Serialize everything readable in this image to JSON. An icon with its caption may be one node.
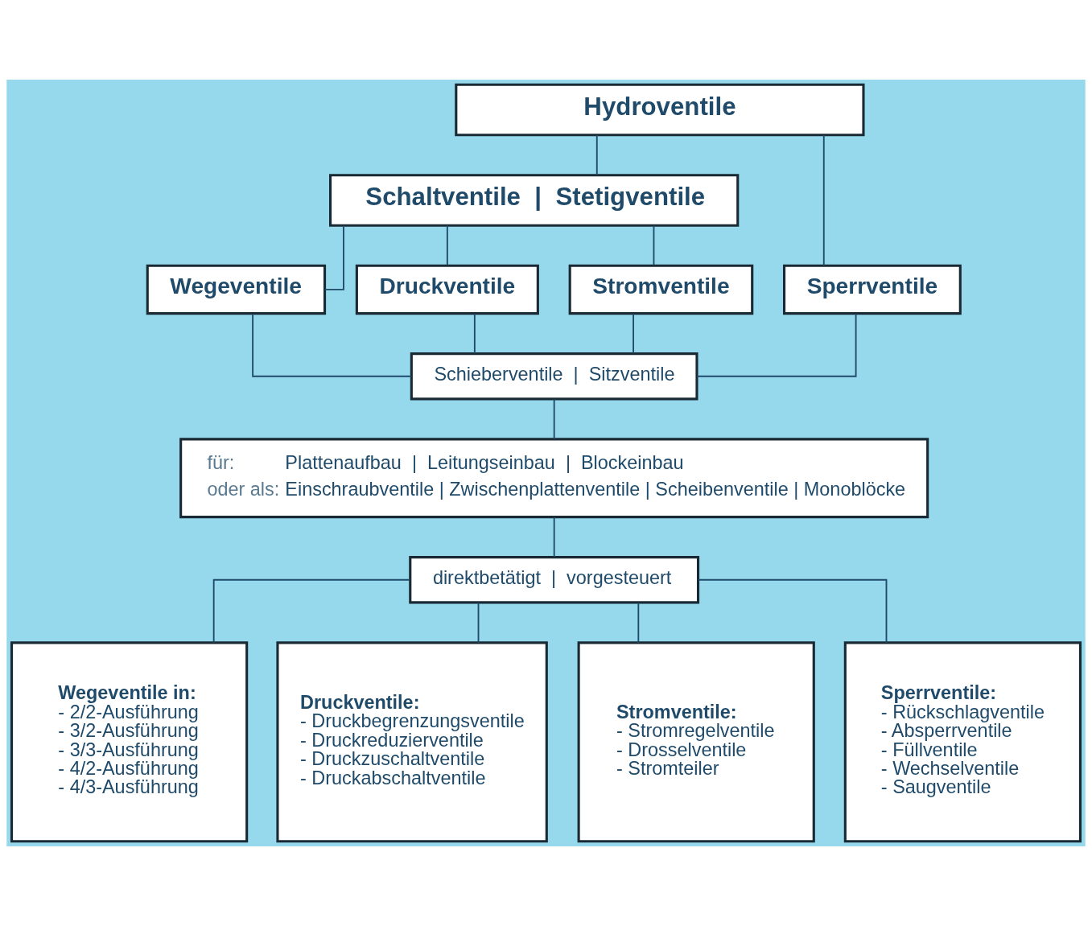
{
  "diagram": {
    "nodes": [
      {
        "text": [
          "Hydroventile"
        ]
      },
      {
        "text": [
          "Schaltventile  |  Stetigventile"
        ]
      },
      {
        "text": [
          "Wegeventile"
        ]
      },
      {
        "text": [
          "Druckventile"
        ]
      },
      {
        "text": [
          "Stromventile"
        ]
      },
      {
        "text": [
          "Sperrventile"
        ]
      },
      {
        "text": [
          "Schieberventile  |  Sitzventile"
        ]
      },
      {
        "text": [
          "für:",
          "Plattenaufbau  |  Leitungseinbau  |  Blockeinbau",
          "oder als:",
          "Einschraubventile | Zwischenplattenventile | Scheibenventile | Monoblöcke"
        ]
      },
      {
        "text": [
          "direktbetätigt  |  vorgesteuert"
        ]
      },
      {
        "text": [
          "Wegeventile in:",
          "- 2/2-Ausführung",
          "- 3/2-Ausführung",
          "- 3/3-Ausführung",
          "- 4/2-Ausführung",
          "- 4/3-Ausführung"
        ]
      },
      {
        "text": [
          "Druckventile:",
          "- Druckbegrenzungsventile",
          "- Druckreduzierventile",
          "- Druckzuschaltventile",
          "- Druckabschaltventile"
        ]
      },
      {
        "text": [
          "Stromventile:",
          "- Stromregelventile",
          "- Drosselventile",
          "- Stromteiler"
        ]
      },
      {
        "text": [
          "Sperrventile:",
          "- Rückschlagventile",
          "- Absperrventile",
          "- Füllventile",
          "- Wechselventile",
          "- Saugventile"
        ]
      }
    ],
    "edges": [
      {
        "from": 0,
        "to": 1,
        "arrow": "none"
      },
      {
        "from": 0,
        "to": 5,
        "arrow": "none"
      },
      {
        "from": 1,
        "to": 2,
        "arrow": "none"
      },
      {
        "from": 1,
        "to": 3,
        "arrow": "none"
      },
      {
        "from": 1,
        "to": 4,
        "arrow": "none"
      },
      {
        "from": 2,
        "to": 6,
        "arrow": "none"
      },
      {
        "from": 3,
        "to": 6,
        "arrow": "none"
      },
      {
        "from": 4,
        "to": 6,
        "arrow": "none"
      },
      {
        "from": 5,
        "to": 6,
        "arrow": "none"
      },
      {
        "from": 6,
        "to": 7,
        "arrow": "none"
      },
      {
        "from": 7,
        "to": 8,
        "arrow": "none"
      },
      {
        "from": 8,
        "to": 9,
        "arrow": "none"
      },
      {
        "from": 8,
        "to": 10,
        "arrow": "none"
      },
      {
        "from": 8,
        "to": 11,
        "arrow": "none"
      },
      {
        "from": 8,
        "to": 12,
        "arrow": "none"
      }
    ]
  }
}
